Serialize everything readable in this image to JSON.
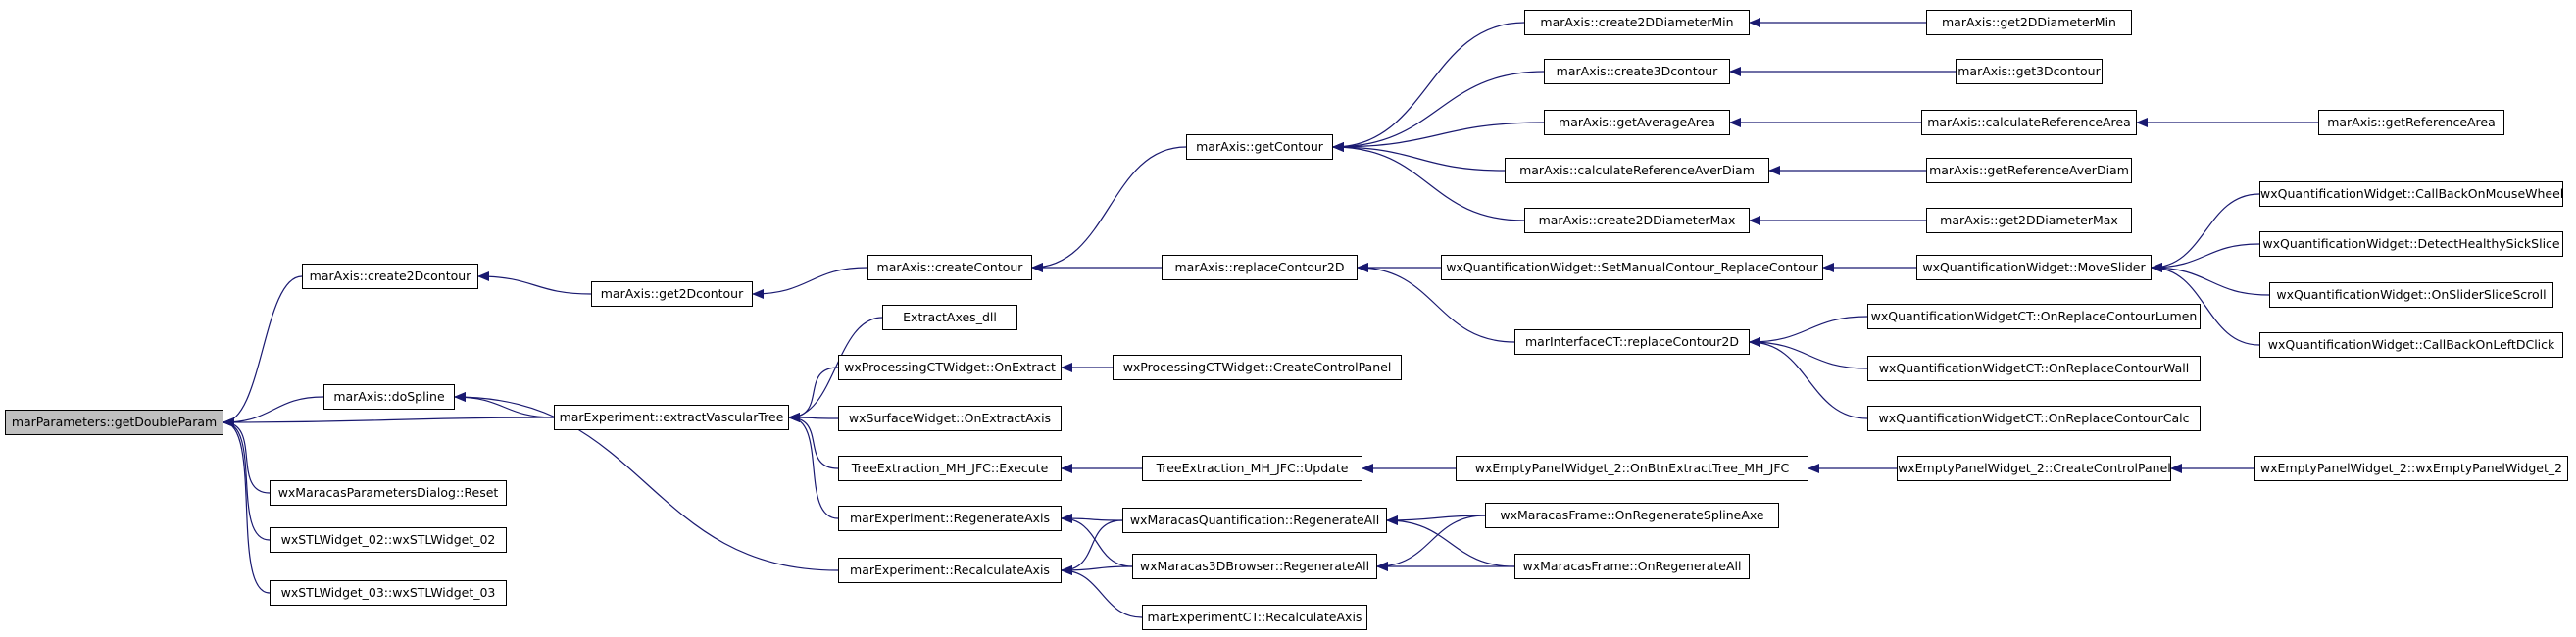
{
  "diagram": {
    "type": "caller-graph",
    "colors": {
      "edge": "#191970",
      "node_border": "#000000",
      "root_fill": "#bfbfbf",
      "node_fill": "#ffffff"
    },
    "root": "n0",
    "nodes": {
      "n0": "marParameters::getDoubleParam",
      "n1": "marAxis::create2Dcontour",
      "n2": "marAxis::doSpline",
      "n3": "wxMaracasParametersDialog::Reset",
      "n4": "wxSTLWidget_02::wxSTLWidget_02",
      "n5": "wxSTLWidget_03::wxSTLWidget_03",
      "n6": "marAxis::get2Dcontour",
      "n7": "marExperiment::extractVascularTree",
      "n8": "marExperiment::RecalculateAxis",
      "n9": "marAxis::createContour",
      "n10": "ExtractAxes_dll",
      "n11": "wxProcessingCTWidget::OnExtract",
      "n12": "wxSurfaceWidget::OnExtractAxis",
      "n13": "TreeExtraction_MH_JFC::Execute",
      "n14": "marExperiment::RegenerateAxis",
      "n15": "wxMaracasQuantification::RegenerateAll",
      "n16": "wxMaracas3DBrowser::RegenerateAll",
      "n17": "marExperimentCT::RecalculateAxis",
      "n18": "marAxis::getContour",
      "n19": "marAxis::replaceContour2D",
      "n20": "wxProcessingCTWidget::CreateControlPanel",
      "n21": "TreeExtraction_MH_JFC::Update",
      "n22": "wxMaracasFrame::OnRegenerateSplineAxe",
      "n23": "wxMaracasFrame::OnRegenerateAll",
      "n24": "marAxis::create2DDiameterMin",
      "n25": "marAxis::create3Dcontour",
      "n26": "marAxis::getAverageArea",
      "n27": "marAxis::calculateReferenceAverDiam",
      "n28": "marAxis::create2DDiameterMax",
      "n29": "wxQuantificationWidget::SetManualContour_ReplaceContour",
      "n30": "marInterfaceCT::replaceContour2D",
      "n31": "wxEmptyPanelWidget_2::OnBtnExtractTree_MH_JFC",
      "n32": "marAxis::get2DDiameterMin",
      "n33": "marAxis::get3Dcontour",
      "n34": "marAxis::calculateReferenceArea",
      "n35": "marAxis::getReferenceAverDiam",
      "n36": "marAxis::get2DDiameterMax",
      "n37": "wxQuantificationWidget::MoveSlider",
      "n38": "wxQuantificationWidgetCT::OnReplaceContourLumen",
      "n39": "wxQuantificationWidgetCT::OnReplaceContourWall",
      "n40": "wxQuantificationWidgetCT::OnReplaceContourCalc",
      "n41": "wxEmptyPanelWidget_2::CreateControlPanel",
      "n42": "marAxis::getReferenceArea",
      "n43": "wxQuantificationWidget::CallBackOnMouseWheel",
      "n44": "wxQuantificationWidget::DetectHealthySickSlice",
      "n45": "wxQuantificationWidget::OnSliderSliceScroll",
      "n46": "wxQuantificationWidget::CallBackOnLeftDClick",
      "n47": "wxEmptyPanelWidget_2::wxEmptyPanelWidget_2"
    },
    "edges": [
      [
        "n1",
        "n0"
      ],
      [
        "n7",
        "n0"
      ],
      [
        "n2",
        "n0"
      ],
      [
        "n3",
        "n0"
      ],
      [
        "n4",
        "n0"
      ],
      [
        "n5",
        "n0"
      ],
      [
        "n6",
        "n1"
      ],
      [
        "n7",
        "n2"
      ],
      [
        "n8",
        "n2"
      ],
      [
        "n9",
        "n6"
      ],
      [
        "n10",
        "n7"
      ],
      [
        "n11",
        "n7"
      ],
      [
        "n12",
        "n7"
      ],
      [
        "n13",
        "n7"
      ],
      [
        "n14",
        "n7"
      ],
      [
        "n15",
        "n8"
      ],
      [
        "n16",
        "n8"
      ],
      [
        "n17",
        "n8"
      ],
      [
        "n18",
        "n9"
      ],
      [
        "n19",
        "n9"
      ],
      [
        "n20",
        "n11"
      ],
      [
        "n21",
        "n13"
      ],
      [
        "n15",
        "n14"
      ],
      [
        "n16",
        "n14"
      ],
      [
        "n22",
        "n15"
      ],
      [
        "n23",
        "n15"
      ],
      [
        "n22",
        "n16"
      ],
      [
        "n23",
        "n16"
      ],
      [
        "n24",
        "n18"
      ],
      [
        "n25",
        "n18"
      ],
      [
        "n26",
        "n18"
      ],
      [
        "n27",
        "n18"
      ],
      [
        "n28",
        "n18"
      ],
      [
        "n29",
        "n19"
      ],
      [
        "n30",
        "n19"
      ],
      [
        "n31",
        "n21"
      ],
      [
        "n32",
        "n24"
      ],
      [
        "n33",
        "n25"
      ],
      [
        "n34",
        "n26"
      ],
      [
        "n35",
        "n27"
      ],
      [
        "n36",
        "n28"
      ],
      [
        "n37",
        "n29"
      ],
      [
        "n38",
        "n30"
      ],
      [
        "n39",
        "n30"
      ],
      [
        "n40",
        "n30"
      ],
      [
        "n41",
        "n31"
      ],
      [
        "n42",
        "n34"
      ],
      [
        "n43",
        "n37"
      ],
      [
        "n44",
        "n37"
      ],
      [
        "n45",
        "n37"
      ],
      [
        "n46",
        "n37"
      ],
      [
        "n47",
        "n41"
      ]
    ]
  }
}
